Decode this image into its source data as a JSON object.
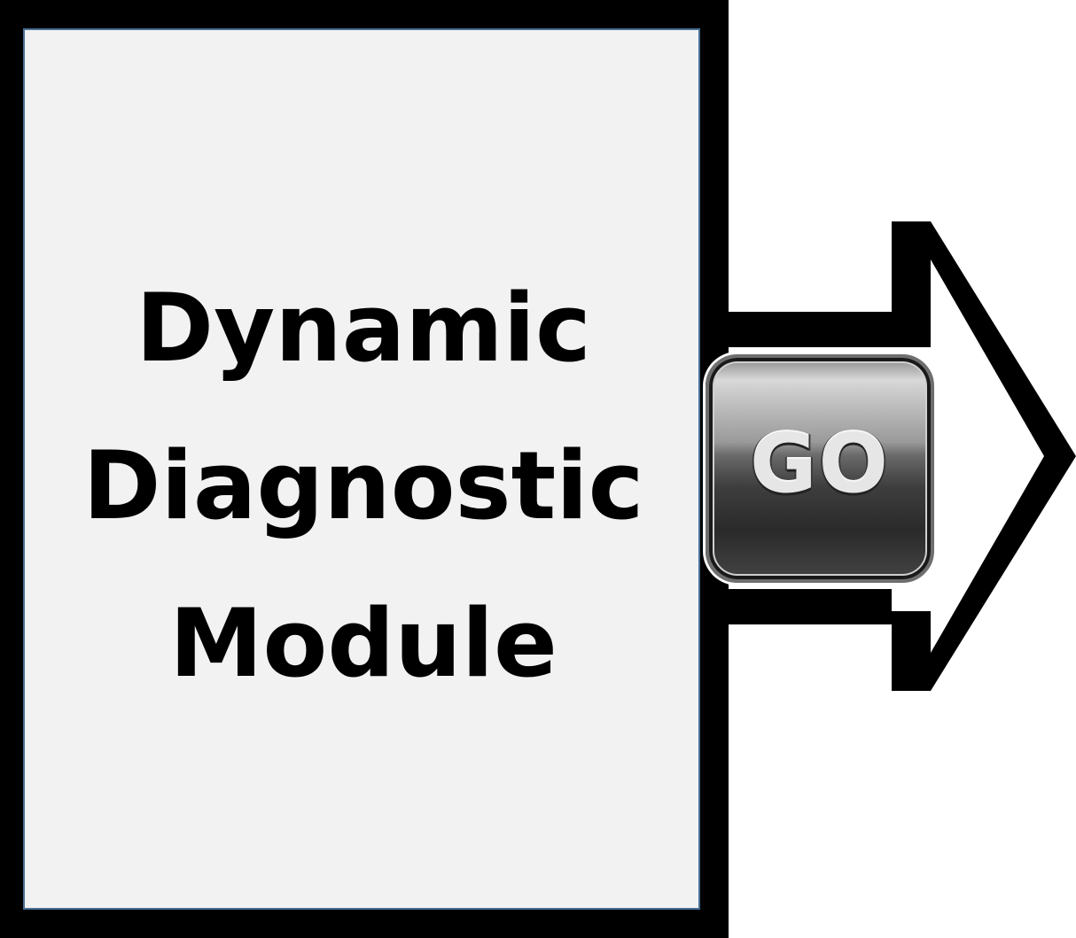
{
  "module": {
    "title_lines": [
      "Dynamic",
      "Diagnostic",
      "Module"
    ]
  },
  "go_button": {
    "label": "GO",
    "icon": "go-button-icon"
  },
  "arrow": {
    "icon": "right-arrow-icon",
    "direction": "right"
  },
  "colors": {
    "frame": "#000000",
    "panel_fill": "#f2f2f2",
    "panel_border": "#4a6f95",
    "arrow_stroke": "#000000",
    "button_dark": "#2a2a2a",
    "button_light": "#d8d8d8"
  }
}
